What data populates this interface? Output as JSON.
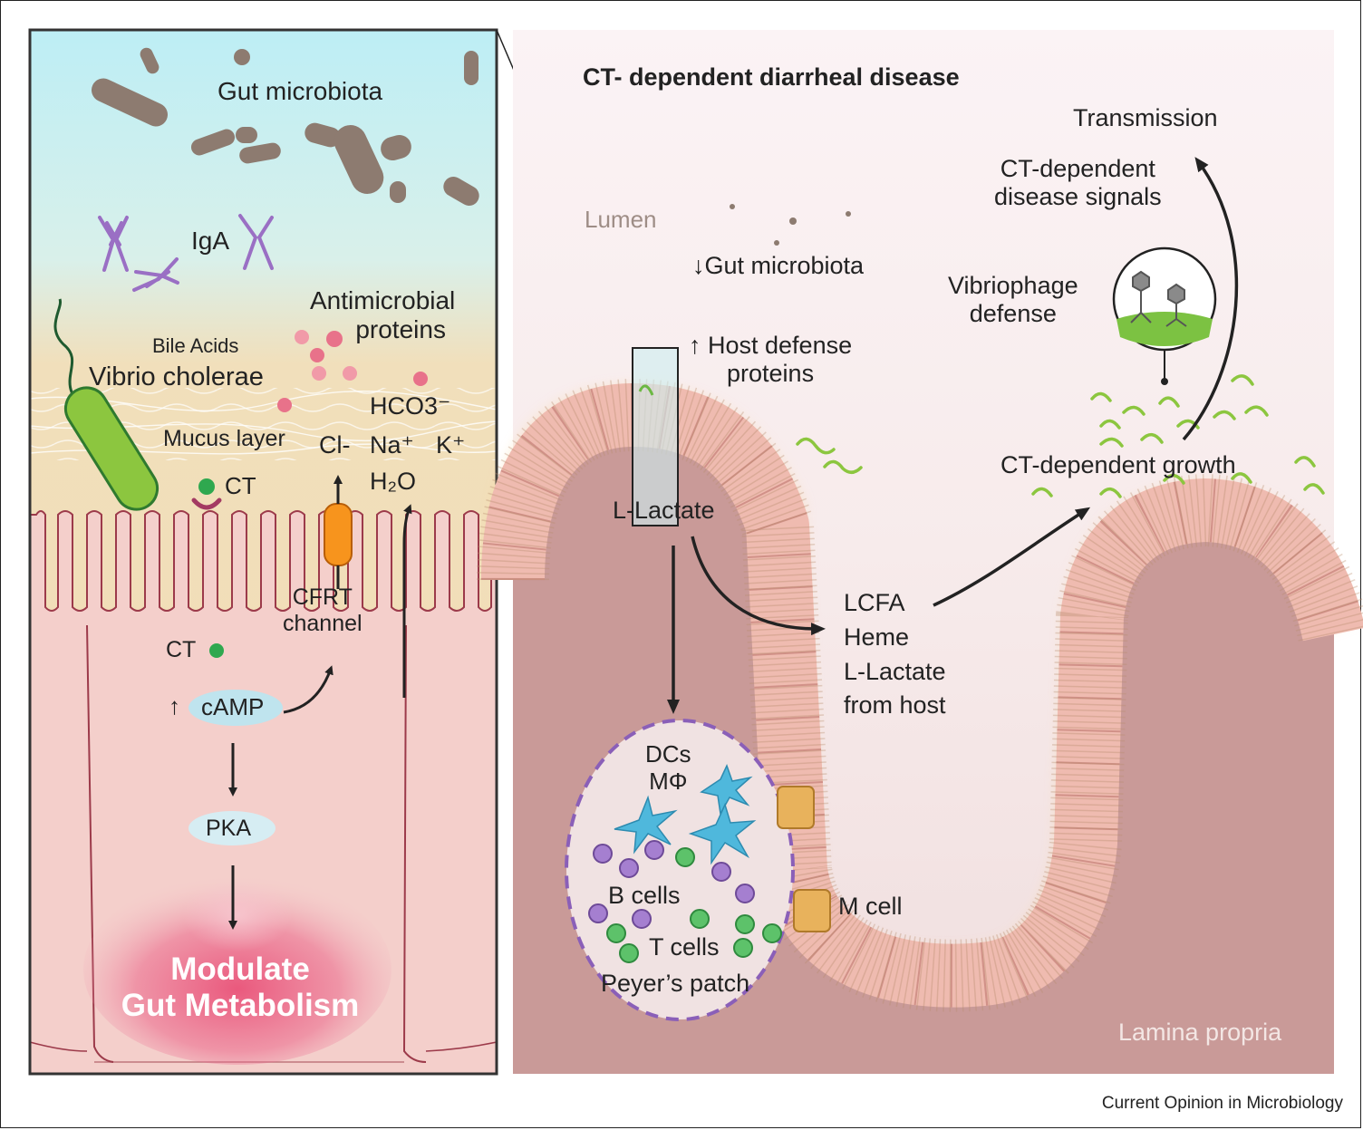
{
  "left_panel": {
    "gut_microbiota": "Gut microbiota",
    "iga": "IgA",
    "antimicrobial_proteins": [
      "Antimicrobial",
      "proteins"
    ],
    "bile_acids": "Bile Acids",
    "vibrio_cholerae": "Vibrio cholerae",
    "mucus_layer": "Mucus layer",
    "ions": {
      "cl": "Cl-",
      "hco3": "HCO3⁻",
      "na": "Na⁺",
      "k": "K⁺",
      "h2o": "H₂O"
    },
    "ct_receptor": "CT",
    "cftr_channel": [
      "CFRT",
      "channel"
    ],
    "ct_cytoplasm": "CT",
    "camp_arrow": "↑",
    "camp": "cAMP",
    "pka": "PKA",
    "outcome": [
      "Modulate",
      "Gut Metabolism"
    ]
  },
  "right_panel": {
    "title": "CT- dependent diarrheal disease",
    "lumen": "Lumen",
    "gut_microbiota_change": "↓Gut microbiota",
    "host_defense": [
      "↑ Host defense",
      "proteins"
    ],
    "l_lactate": "L-Lactate",
    "host_nutrients": [
      "LCFA",
      "Heme",
      "L-Lactate",
      "from host"
    ],
    "ct_growth": "CT-dependent growth",
    "vibriophage_defense": [
      "Vibriophage",
      "defense"
    ],
    "disease_signals": [
      "CT-dependent",
      "disease signals"
    ],
    "transmission": "Transmission",
    "peyers_patch": {
      "dcs": "DCs",
      "macrophage": "MΦ",
      "b_cells": "B cells",
      "t_cells": "T cells",
      "name": "Peyer’s patch"
    },
    "m_cell": "M cell",
    "lamina_propria": "Lamina propria"
  },
  "credit": "Current Opinion in Microbiology",
  "colors": {
    "lumen_top": "#c8f0f5",
    "mucus": "#f2ddb4",
    "cell_pink": "#f4cfcb",
    "lamina": "#c99a98",
    "epithelium": "#efbbb0",
    "vibrio_green": "#8cc63f",
    "cftr_orange": "#f7941d",
    "iga_purple": "#9a6fc4",
    "amp_pink": "#e8728a",
    "outcome_magenta": "#c2185b",
    "b_cell_purple": "#a57fd0",
    "t_cell_green": "#5dc26a",
    "dc_blue": "#4fb8dc",
    "microbiota_brown": "#8d7b70"
  }
}
